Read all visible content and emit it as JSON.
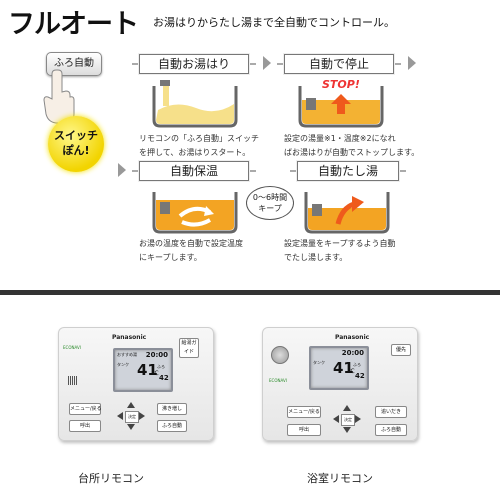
{
  "title": "フルオート",
  "subtitle": "お湯はりからたし湯まで全自動でコントロール。",
  "furo_button": "ふろ自動",
  "switch_badge": [
    "スイッチ",
    "ぽん!"
  ],
  "steps": [
    {
      "title": "自動お湯はり",
      "desc": [
        "リモコンの「ふろ自動」スイッチ",
        "を押して、お湯はりスタート。"
      ]
    },
    {
      "title": "自動で停止",
      "desc": [
        "設定の湯量※1・温度※2になれ",
        "ばお湯はりが自動でストップします。"
      ],
      "badge": "STOP!"
    },
    {
      "title": "自動保温",
      "desc": [
        "お湯の温度を自動で設定温度",
        "にキープします。"
      ]
    },
    {
      "title": "自動たし湯",
      "desc": [
        "設定湯量をキープするよう自動",
        "でたし湯します。"
      ]
    }
  ],
  "keep_badge": [
    "0〜6時間",
    "キープ"
  ],
  "remotes": [
    {
      "brand": "Panasonic",
      "caption": "台所リモコン",
      "lcd": {
        "time": "20:00",
        "temp": "41",
        "unit": "℃",
        "bath_temp": "42",
        "side_labels": [
          "タンク",
          "ふろ"
        ],
        "header": "おすすめ湯"
      },
      "top_right_button": "給湯ガイド",
      "buttons": {
        "menu": "メニュー/戻る",
        "call": "呼出",
        "confirm": "決定",
        "reheat": "沸き増し",
        "furo_auto": "ふろ自動"
      }
    },
    {
      "brand": "Panasonic",
      "caption": "浴室リモコン",
      "lcd": {
        "time": "20:00",
        "temp": "41",
        "unit": "℃",
        "bath_temp": "42",
        "side_labels": [
          "タンク",
          "ふろ"
        ]
      },
      "top_right_button": "優先",
      "buttons": {
        "menu": "メニュー/戻る",
        "call": "呼出",
        "confirm": "決定",
        "reheat": "追いだき",
        "furo_auto": "ふろ自動"
      }
    }
  ],
  "colors": {
    "water_light": "#f6e08a",
    "water_warm": "#f3a423",
    "stop_red": "#e33333",
    "badge_yellow": "#f2d400",
    "arrow_orange": "#ef5a1c"
  }
}
